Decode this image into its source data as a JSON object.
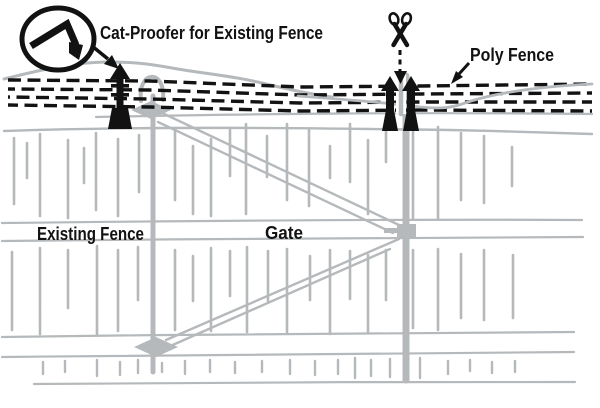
{
  "diagram": {
    "subject": "Fence diagram showing a cat-proofer and poly fence added above an existing fence and gate",
    "labels": {
      "cat_proofer": "Cat-Proofer for Existing Fence",
      "poly_fence": "Poly Fence",
      "existing_fence": "Existing Fence",
      "gate": "Gate"
    },
    "icons": {
      "scissors_icon": "✂",
      "cat_proofer_bracket_icon": "⌐",
      "lift_arrow_icon": "▲",
      "pointer_arrow_icon": "➘",
      "magnifier_circle_icon": "◯"
    },
    "colors": {
      "ink": "#121212",
      "fence_gray": "#b5b9bb",
      "background": "#ffffff"
    }
  }
}
